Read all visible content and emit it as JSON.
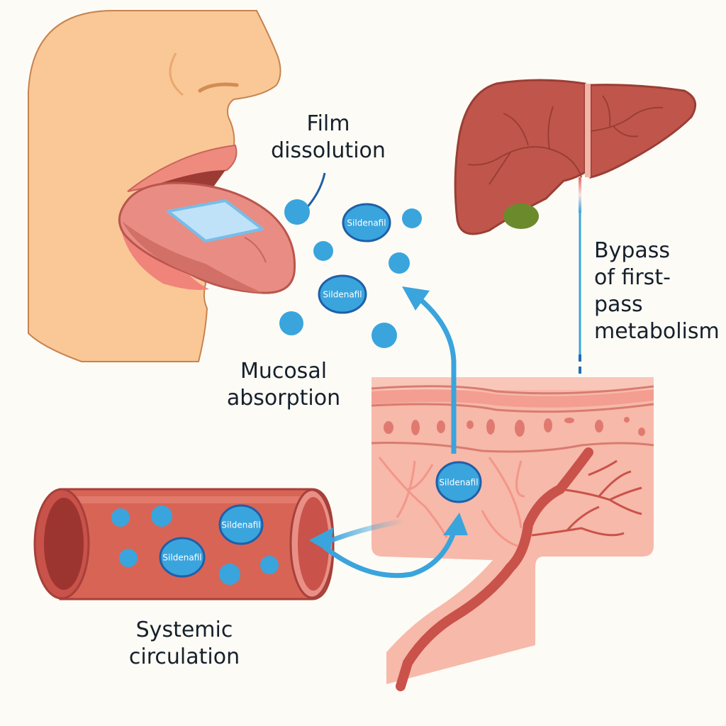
{
  "title": "Oral film drug delivery pathway",
  "labels": {
    "film_dissolution": [
      "Film",
      "dissolution"
    ],
    "mucosal_absorption": [
      "Mucosal",
      "absorption"
    ],
    "bypass_first_pass": [
      "Bypass",
      "of first-",
      "pass",
      "metabolism"
    ],
    "systemic_circulation": [
      "Systemic",
      "circulation"
    ]
  },
  "molecule_labels": {
    "mouth_1": "Sildenafil",
    "mouth_2": "Sildenafil",
    "mucosa": "Sildenafil",
    "vessel_1": "Sildenafil",
    "vessel_2": "Sildenafil"
  },
  "colors": {
    "background": "#fdfbf6",
    "skin": "#f9c896",
    "lip": "#ef8a7e",
    "tongue": "#e98c84",
    "film": "#bfe2f8",
    "drug_blue": "#3aa4dd",
    "drug_outline": "#1f5fa8",
    "liver": "#c0564b",
    "gallbladder": "#6b8a2c",
    "tissue": "#f7b9a9",
    "vessel": "#c9524a",
    "text": "#15202b"
  }
}
